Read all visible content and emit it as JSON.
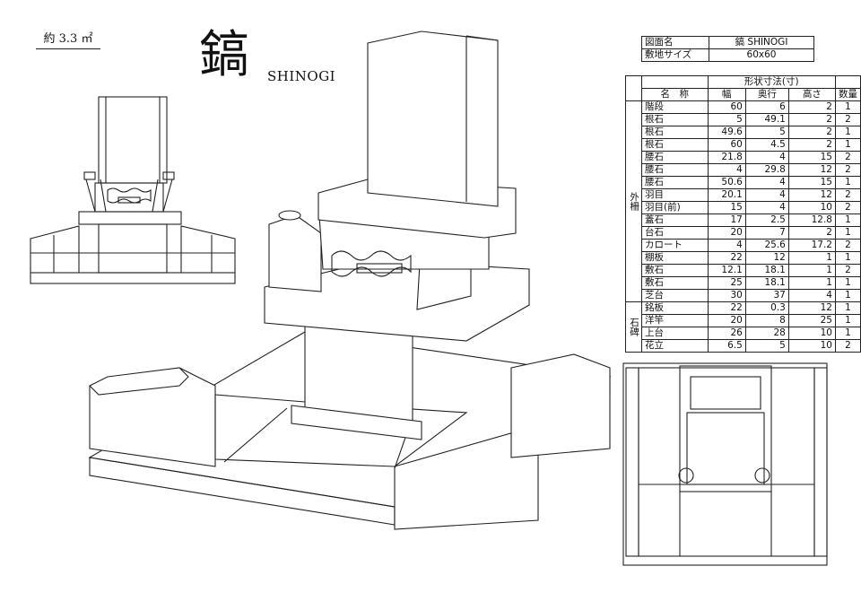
{
  "header": {
    "area_label": "約 3.3 ㎡",
    "title_kanji": "鎬",
    "title_roman": "SHINOGI"
  },
  "info_table": {
    "rows": [
      {
        "label": "図面名",
        "value": "鎬 SHINOGI"
      },
      {
        "label": "敷地サイズ",
        "value": "60x60"
      }
    ]
  },
  "dimensions_table": {
    "group_header": "形状寸法(寸)",
    "columns": [
      "名　称",
      "幅",
      "奥行",
      "高さ",
      "数量"
    ],
    "groups": [
      {
        "label": "外柵",
        "rows": [
          {
            "name": "階段",
            "w": "60",
            "d": "6",
            "h": "2",
            "q": "1"
          },
          {
            "name": "根石",
            "w": "5",
            "d": "49.1",
            "h": "2",
            "q": "2"
          },
          {
            "name": "根石",
            "w": "49.6",
            "d": "5",
            "h": "2",
            "q": "1"
          },
          {
            "name": "根石",
            "w": "60",
            "d": "4.5",
            "h": "2",
            "q": "1"
          },
          {
            "name": "腰石",
            "w": "21.8",
            "d": "4",
            "h": "15",
            "q": "2"
          },
          {
            "name": "腰石",
            "w": "4",
            "d": "29.8",
            "h": "12",
            "q": "2"
          },
          {
            "name": "腰石",
            "w": "50.6",
            "d": "4",
            "h": "15",
            "q": "1"
          },
          {
            "name": "羽目",
            "w": "20.1",
            "d": "4",
            "h": "12",
            "q": "2"
          },
          {
            "name": "羽目(前)",
            "w": "15",
            "d": "4",
            "h": "10",
            "q": "2"
          },
          {
            "name": "蓋石",
            "w": "17",
            "d": "2.5",
            "h": "12.8",
            "q": "1"
          },
          {
            "name": "台石",
            "w": "20",
            "d": "7",
            "h": "2",
            "q": "1"
          },
          {
            "name": "カロート",
            "w": "4",
            "d": "25.6",
            "h": "17.2",
            "q": "2"
          },
          {
            "name": "棚板",
            "w": "22",
            "d": "12",
            "h": "1",
            "q": "1"
          },
          {
            "name": "敷石",
            "w": "12.1",
            "d": "18.1",
            "h": "1",
            "q": "2"
          },
          {
            "name": "敷石",
            "w": "25",
            "d": "18.1",
            "h": "1",
            "q": "1"
          },
          {
            "name": "芝台",
            "w": "30",
            "d": "37",
            "h": "4",
            "q": "1"
          }
        ]
      },
      {
        "label": "石碑",
        "rows": [
          {
            "name": "銘板",
            "w": "22",
            "d": "0.3",
            "h": "12",
            "q": "1"
          },
          {
            "name": "洋竿",
            "w": "20",
            "d": "8",
            "h": "25",
            "q": "1"
          },
          {
            "name": "上台",
            "w": "26",
            "d": "28",
            "h": "10",
            "q": "1"
          },
          {
            "name": "花立",
            "w": "6.5",
            "d": "5",
            "h": "10",
            "q": "2"
          }
        ]
      }
    ]
  }
}
